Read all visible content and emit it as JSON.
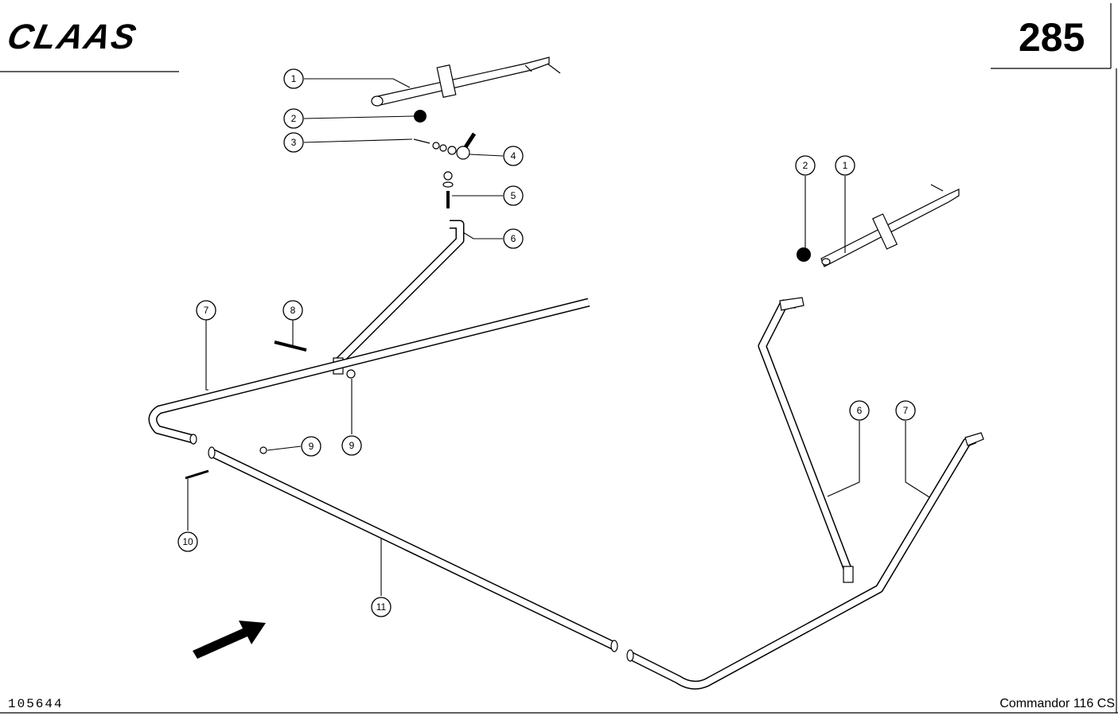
{
  "header": {
    "brand": "CLAAS",
    "page_number": "285"
  },
  "footer": {
    "drawing_number": "105644",
    "model": "Commandor 116 CS"
  },
  "callouts_left": [
    {
      "id": "c1",
      "label": "1"
    },
    {
      "id": "c2",
      "label": "2"
    },
    {
      "id": "c3",
      "label": "3"
    },
    {
      "id": "c4",
      "label": "4"
    },
    {
      "id": "c5",
      "label": "5"
    },
    {
      "id": "c6",
      "label": "6"
    },
    {
      "id": "c7",
      "label": "7"
    },
    {
      "id": "c8",
      "label": "8"
    },
    {
      "id": "c9a",
      "label": "9"
    },
    {
      "id": "c9b",
      "label": "9"
    },
    {
      "id": "c10",
      "label": "10"
    },
    {
      "id": "c11",
      "label": "11"
    }
  ],
  "callouts_right": [
    {
      "id": "r2",
      "label": "2"
    },
    {
      "id": "r1",
      "label": "1"
    },
    {
      "id": "r6",
      "label": "6"
    },
    {
      "id": "r7",
      "label": "7"
    }
  ],
  "icons": {
    "direction_arrow": "arrow-icon"
  }
}
